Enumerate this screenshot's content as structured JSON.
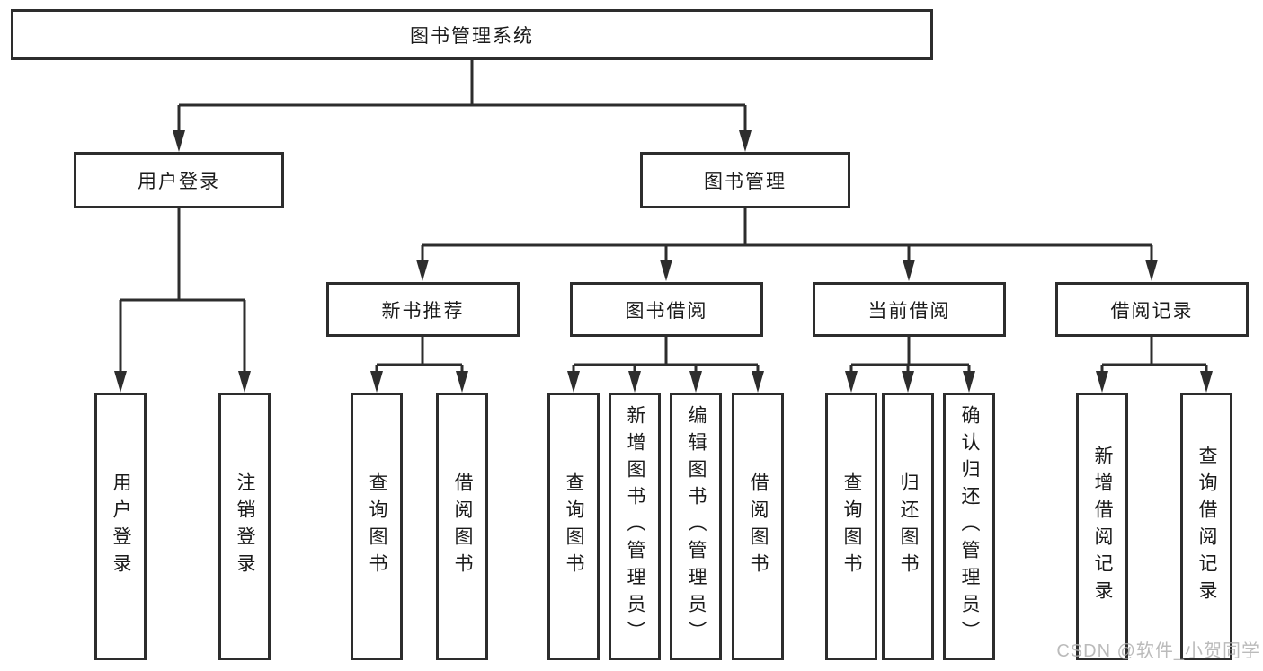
{
  "diagram": {
    "type": "hierarchy-tree",
    "nodes": {
      "root": {
        "label": "图书管理系统"
      },
      "level2": [
        {
          "label": "用户登录"
        },
        {
          "label": "图书管理"
        }
      ],
      "level3": [
        {
          "label": "新书推荐",
          "parent": "图书管理"
        },
        {
          "label": "图书借阅",
          "parent": "图书管理"
        },
        {
          "label": "当前借阅",
          "parent": "图书管理"
        },
        {
          "label": "借阅记录",
          "parent": "图书管理"
        }
      ],
      "leaves": [
        {
          "label": "用户登录",
          "parent": "用户登录"
        },
        {
          "label": "注销登录",
          "parent": "用户登录"
        },
        {
          "label": "查询图书",
          "parent": "新书推荐"
        },
        {
          "label": "借阅图书",
          "parent": "新书推荐"
        },
        {
          "label": "查询图书",
          "parent": "图书借阅"
        },
        {
          "label": "新增图书（管理员）",
          "parent": "图书借阅"
        },
        {
          "label": "编辑图书（管理员）",
          "parent": "图书借阅"
        },
        {
          "label": "借阅图书",
          "parent": "图书借阅"
        },
        {
          "label": "查询图书",
          "parent": "当前借阅"
        },
        {
          "label": "归还图书",
          "parent": "当前借阅"
        },
        {
          "label": "确认归还（管理员）",
          "parent": "当前借阅"
        },
        {
          "label": "新增借阅记录",
          "parent": "借阅记录"
        },
        {
          "label": "查询借阅记录",
          "parent": "借阅记录"
        }
      ]
    }
  },
  "watermark": {
    "text": "CSDN @软件_小贺同学"
  },
  "colors": {
    "line": "#2d2d2d",
    "text": "#1a1a1a",
    "watermark": "#b0b0b0",
    "background": "#ffffff"
  }
}
